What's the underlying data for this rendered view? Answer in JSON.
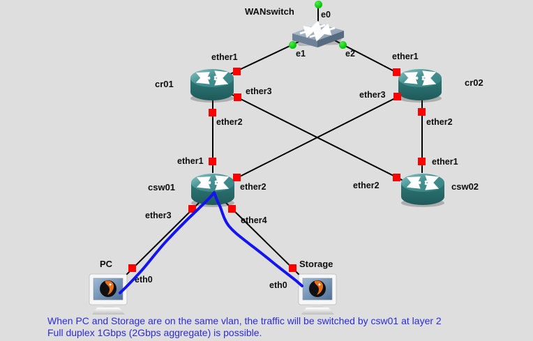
{
  "nodes": {
    "wanswitch": {
      "label": "WANswitch",
      "type": "ethernet-switch"
    },
    "cr01": {
      "label": "cr01",
      "type": "router"
    },
    "cr02": {
      "label": "cr02",
      "type": "router"
    },
    "csw01": {
      "label": "csw01",
      "type": "router"
    },
    "csw02": {
      "label": "csw02",
      "type": "router"
    },
    "pc": {
      "label": "PC",
      "type": "qemu-host"
    },
    "storage": {
      "label": "Storage",
      "type": "qemu-host"
    }
  },
  "ports": {
    "wanswitch": {
      "e0": "e0",
      "e1": "e1",
      "e2": "e2"
    },
    "cr01": {
      "ether1": "ether1",
      "ether2": "ether2",
      "ether3": "ether3"
    },
    "cr02": {
      "ether1": "ether1",
      "ether2": "ether2",
      "ether3": "ether3"
    },
    "csw01": {
      "ether1": "ether1",
      "ether2": "ether2",
      "ether3": "ether3",
      "ether4": "ether4"
    },
    "csw02": {
      "ether1": "ether1",
      "ether2": "ether2"
    },
    "pc": {
      "eth0": "eth0"
    },
    "storage": {
      "eth0": "eth0"
    }
  },
  "caption": {
    "line1": "When PC and Storage are on the same vlan, the traffic will be switched by csw01 at layer 2",
    "line2": "Full duplex 1Gbps (2Gbps aggregate) is possible."
  },
  "colors": {
    "background": "#dedede",
    "link": "#000000",
    "status_red": "#ff0000",
    "status_green": "#00c400",
    "traffic_highlight": "#1414f0",
    "caption_text": "#2b2bdb",
    "router_teal": "#357f7f",
    "switch_gray_blue": "#8195a8"
  }
}
